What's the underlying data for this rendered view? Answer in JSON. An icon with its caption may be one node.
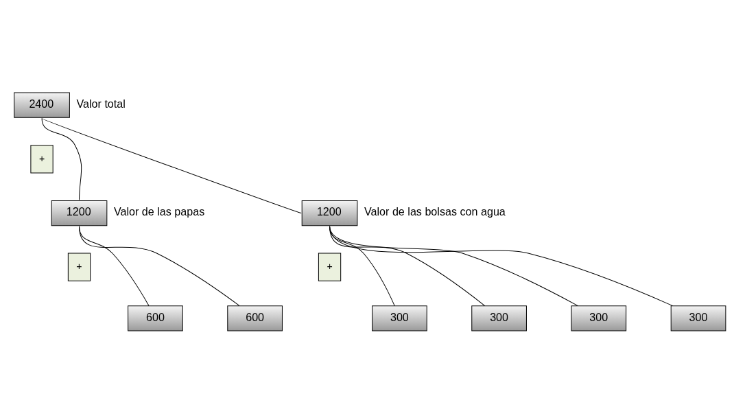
{
  "diagram": {
    "nodes": [
      {
        "text": [
          "2400"
        ],
        "beside": [
          "Valor total"
        ]
      },
      {
        "text": [
          "+"
        ]
      },
      {
        "text": [
          "1200"
        ],
        "beside": [
          "Valor de las papas"
        ]
      },
      {
        "text": [
          "+"
        ]
      },
      {
        "text": [
          "1200"
        ],
        "beside": [
          "Valor de las bolsas con agua"
        ]
      },
      {
        "text": [
          "+"
        ]
      },
      {
        "text": [
          "600"
        ]
      },
      {
        "text": [
          "600"
        ]
      },
      {
        "text": [
          "300"
        ]
      },
      {
        "text": [
          "300"
        ]
      },
      {
        "text": [
          "300"
        ]
      },
      {
        "text": [
          "300"
        ]
      }
    ],
    "edges": [
      {
        "from": 0,
        "to": 2,
        "arrow": "none"
      },
      {
        "from": 0,
        "to": 4,
        "arrow": "none"
      },
      {
        "from": 2,
        "to": 6,
        "arrow": "none"
      },
      {
        "from": 2,
        "to": 7,
        "arrow": "none"
      },
      {
        "from": 4,
        "to": 8,
        "arrow": "none"
      },
      {
        "from": 4,
        "to": 9,
        "arrow": "none"
      },
      {
        "from": 4,
        "to": 10,
        "arrow": "none"
      },
      {
        "from": 4,
        "to": 11,
        "arrow": "none"
      }
    ]
  }
}
